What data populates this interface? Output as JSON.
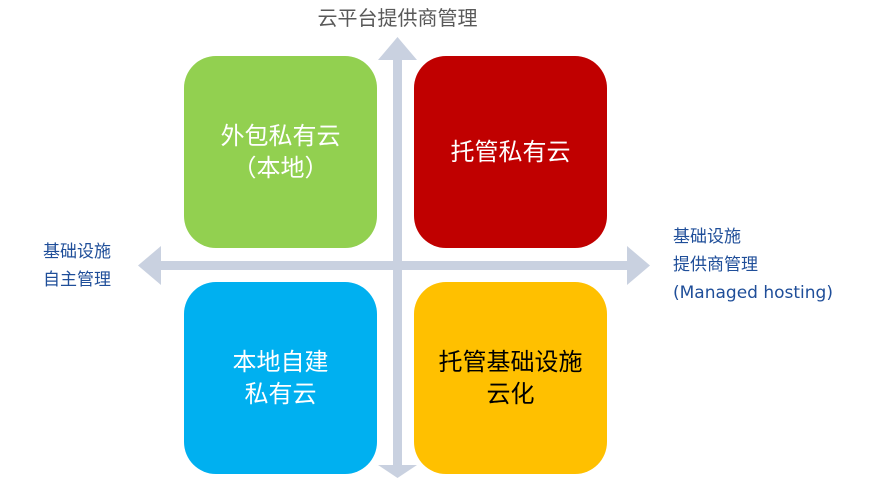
{
  "title": "云平台提供商管理",
  "left_label": [
    "基础设施",
    "自主管理"
  ],
  "right_label": [
    "基础设施",
    "提供商管理",
    "(Managed hosting)"
  ],
  "quadrants": {
    "top_left": {
      "lines": [
        "外包私有云",
        "（本地）"
      ],
      "color": "#92d050"
    },
    "top_right": {
      "lines": [
        "托管私有云"
      ],
      "color": "#c00000"
    },
    "bottom_left": {
      "lines": [
        "本地自建",
        "私有云"
      ],
      "color": "#00b0f0"
    },
    "bottom_right": {
      "lines": [
        "托管基础设施",
        "云化"
      ],
      "color": "#ffc000"
    }
  },
  "axis_color": "#c9d1e0"
}
